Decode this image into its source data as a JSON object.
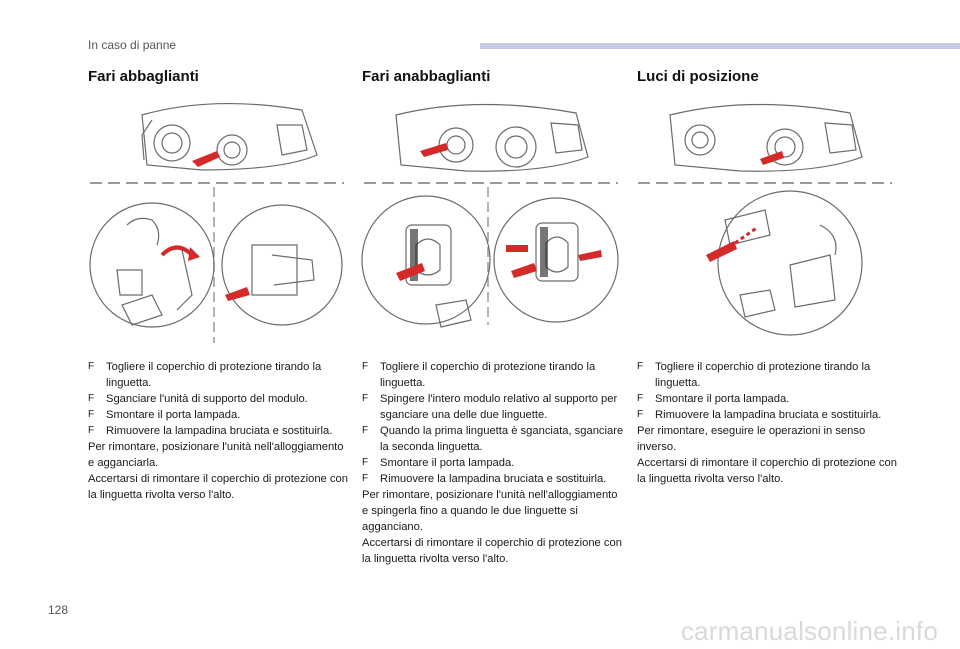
{
  "header": {
    "section": "In caso di panne"
  },
  "page_number": "128",
  "watermark": "carmanualsonline.info",
  "bullet_glyph": "F",
  "columns": [
    {
      "title": "Fari abbaglianti",
      "bullets": [
        "Togliere il coperchio di protezione tirando la linguetta.",
        "Sganciare l'unità di supporto del modulo.",
        "Smontare il porta lampada.",
        "Rimuovere la lampadina bruciata e sostituirla."
      ],
      "paragraphs": [
        "Per rimontare, posizionare l'unità nell'alloggiamento e agganciarla.",
        "Accertarsi di rimontare il coperchio di protezione con la linguetta rivolta verso l'alto."
      ]
    },
    {
      "title": "Fari anabbaglianti",
      "bullets": [
        "Togliere il coperchio di protezione tirando la linguetta.",
        "Spingere l'intero modulo relativo al supporto per sganciare una delle due linguette.",
        "Quando la prima linguetta è sganciata, sganciare la seconda linguetta.",
        "Smontare il porta lampada.",
        "Rimuovere la lampadina bruciata e sostituirla."
      ],
      "paragraphs": [
        "Per rimontare, posizionare l'unità nell'alloggiamento e spingerla fino a quando le due linguette si agganciano.",
        "Accertarsi di rimontare il coperchio di protezione con la linguetta rivolta verso l'alto."
      ]
    },
    {
      "title": "Luci di posizione",
      "bullets": [
        "Togliere il coperchio di protezione tirando la linguetta.",
        "Smontare il porta lampada.",
        "Rimuovere la lampadina bruciata e sostituirla."
      ],
      "paragraphs": [
        "Per rimontare, eseguire le operazioni in senso inverso.",
        "Accertarsi di rimontare il coperchio di protezione con la linguetta rivolta verso l'alto."
      ]
    }
  ],
  "colors": {
    "accent_red": "#d42a2a",
    "header_bar": "#c7cbe6",
    "line_art": "#6b6b6b"
  }
}
